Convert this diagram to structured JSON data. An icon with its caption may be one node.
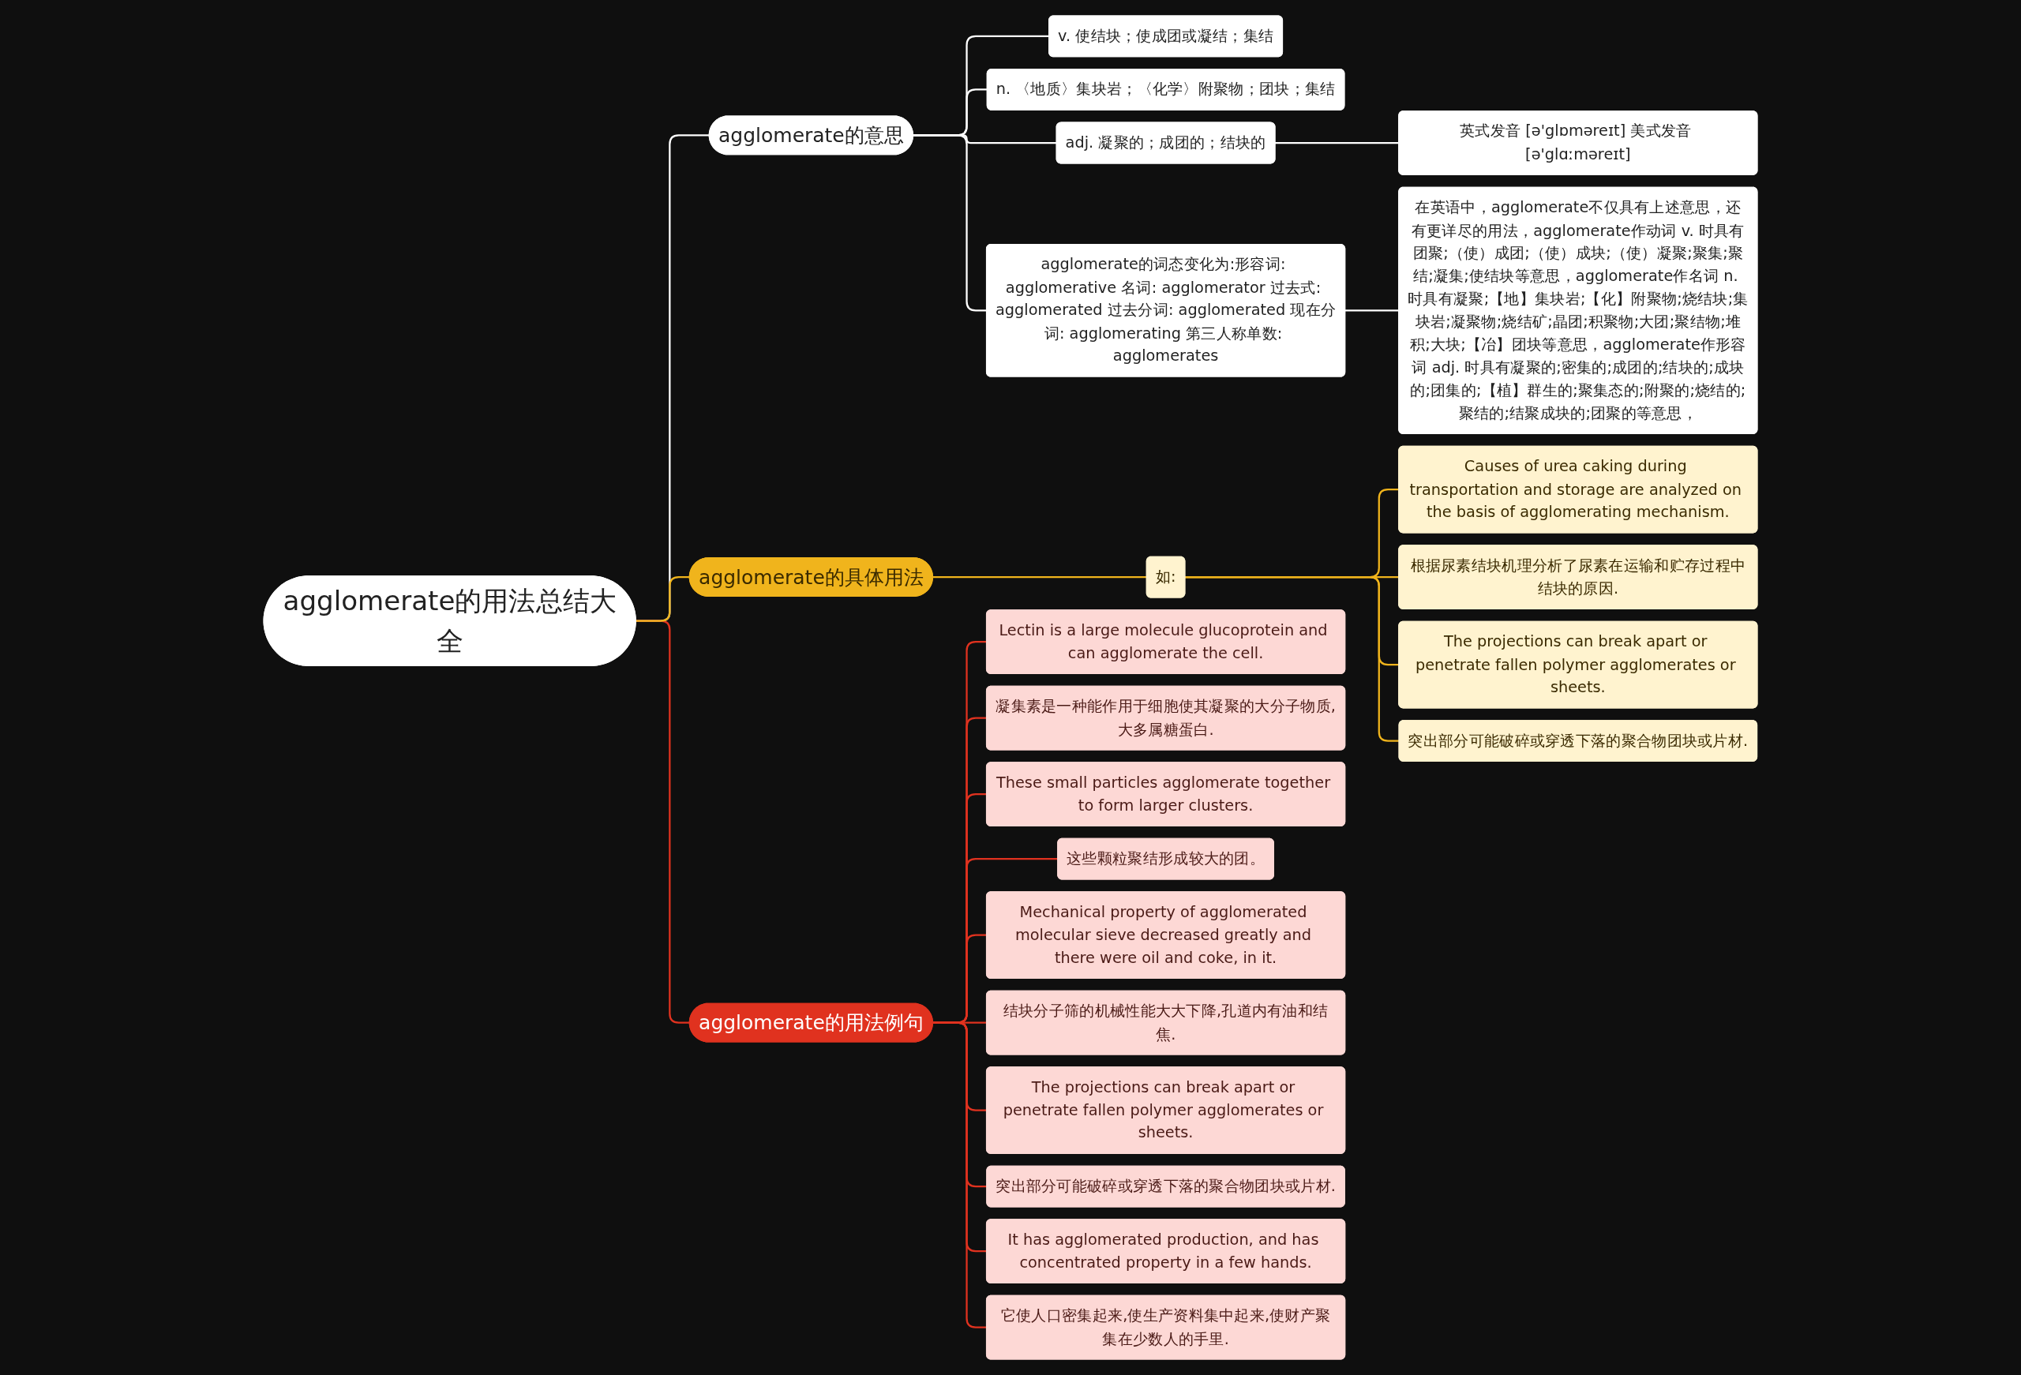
{
  "diagram": {
    "nodes": [
      {
        "text": [
          "agglomerate的用法总结大全"
        ]
      },
      {
        "text": [
          "agglomerate的意思"
        ]
      },
      {
        "text": [
          "v. 使结块；使成团或凝结；集结"
        ]
      },
      {
        "text": [
          "n. 〈地质〉集块岩；〈化学〉附聚物；团块；集结"
        ]
      },
      {
        "text": [
          "adj. 凝聚的；成团的；结块的"
        ]
      },
      {
        "text": [
          "英式发音 [ə'glɒməreɪt] 美式发音 [ə'glɑːməreɪt]"
        ]
      },
      {
        "text": [
          "agglomerate的词态变化为:形容词: agglomerative 名词: agglomerator 过去式: agglomerated 过去分词: agglomerated 现在分词: agglomerating 第三人称单数: agglomerates"
        ]
      },
      {
        "text": [
          "在英语中，agglomerate不仅具有上述意思，还有更详尽的用法，agglomerate作动词 v. 时具有团聚;（使）成团;（使）成块;（使）凝聚;聚集;聚结;凝集;使结块等意思，agglomerate作名词 n. 时具有凝聚;【地】集块岩;【化】附聚物;烧结块;集块岩;凝聚物;烧结矿;晶团;积聚物;大团;聚结物;堆积;大块;【冶】团块等意思，agglomerate作形容词 adj. 时具有凝聚的;密集的;成团的;结块的;成块的;团集的;【植】群生的;聚集态的;附聚的;烧结的;聚结的;结聚成块的;团聚的等意思，"
        ]
      },
      {
        "text": [
          "agglomerate的用法例句"
        ]
      },
      {
        "text": [
          "Lectin is a large molecule glucoprotein and can agglomerate the cell."
        ]
      },
      {
        "text": [
          "凝集素是一种能作用于细胞使其凝聚的大分子物质,大多属糖蛋白."
        ]
      },
      {
        "text": [
          "These small particles agglomerate together to form larger clusters."
        ]
      },
      {
        "text": [
          "这些颗粒聚结形成较大的团。"
        ]
      },
      {
        "text": [
          "Mechanical property of agglomerated molecular sieve decreased greatly and there were oil and coke, in it."
        ]
      },
      {
        "text": [
          "结块分子筛的机械性能大大下降,孔道内有油和结焦."
        ]
      },
      {
        "text": [
          "The projections can break apart or penetrate fallen polymer agglomerates or sheets."
        ]
      },
      {
        "text": [
          "突出部分可能破碎或穿透下落的聚合物团块或片材."
        ]
      },
      {
        "text": [
          "It has agglomerated production, and has concentrated property in a few hands."
        ]
      },
      {
        "text": [
          "它使人口密集起来,使生产资料集中起来,使财产聚集在少数人的手里."
        ]
      },
      {
        "text": [
          "agglomerate的具体用法"
        ]
      },
      {
        "text": [
          "如:"
        ]
      },
      {
        "text": [
          "Causes of urea caking during transportation and storage are analyzed on the basis of agglomerating mechanism."
        ]
      },
      {
        "text": [
          "根据尿素结块机理分析了尿素在运输和贮存过程中结块的原因."
        ]
      },
      {
        "text": [
          "The projections can break apart or penetrate fallen polymer agglomerates or sheets."
        ]
      },
      {
        "text": [
          "突出部分可能破碎或穿透下落的聚合物团块或片材."
        ]
      }
    ],
    "edges": [
      {
        "from": 0,
        "to": 1,
        "arrow": "none",
        "color": "#ffffff"
      },
      {
        "from": 1,
        "to": 2,
        "arrow": "none",
        "color": "#ffffff"
      },
      {
        "from": 1,
        "to": 3,
        "arrow": "none",
        "color": "#ffffff"
      },
      {
        "from": 1,
        "to": 4,
        "arrow": "none",
        "color": "#ffffff"
      },
      {
        "from": 4,
        "to": 5,
        "arrow": "none",
        "color": "#ffffff"
      },
      {
        "from": 1,
        "to": 6,
        "arrow": "none",
        "color": "#ffffff"
      },
      {
        "from": 6,
        "to": 7,
        "arrow": "none",
        "color": "#ffffff"
      },
      {
        "from": 0,
        "to": 8,
        "arrow": "none",
        "color": "#e0321f"
      },
      {
        "from": 8,
        "to": 9,
        "arrow": "none",
        "color": "#e0321f"
      },
      {
        "from": 8,
        "to": 10,
        "arrow": "none",
        "color": "#e0321f"
      },
      {
        "from": 8,
        "to": 11,
        "arrow": "none",
        "color": "#e0321f"
      },
      {
        "from": 8,
        "to": 12,
        "arrow": "none",
        "color": "#e0321f"
      },
      {
        "from": 8,
        "to": 13,
        "arrow": "none",
        "color": "#e0321f"
      },
      {
        "from": 8,
        "to": 14,
        "arrow": "none",
        "color": "#e0321f"
      },
      {
        "from": 8,
        "to": 15,
        "arrow": "none",
        "color": "#e0321f"
      },
      {
        "from": 8,
        "to": 16,
        "arrow": "none",
        "color": "#e0321f"
      },
      {
        "from": 8,
        "to": 17,
        "arrow": "none",
        "color": "#e0321f"
      },
      {
        "from": 8,
        "to": 18,
        "arrow": "none",
        "color": "#e0321f"
      },
      {
        "from": 0,
        "to": 19,
        "arrow": "none",
        "color": "#f0b41c"
      },
      {
        "from": 19,
        "to": 20,
        "arrow": "none",
        "color": "#f0b41c"
      },
      {
        "from": 20,
        "to": 21,
        "arrow": "none",
        "color": "#f0b41c"
      },
      {
        "from": 20,
        "to": 22,
        "arrow": "none",
        "color": "#f0b41c"
      },
      {
        "from": 20,
        "to": 23,
        "arrow": "none",
        "color": "#f0b41c"
      },
      {
        "from": 20,
        "to": 24,
        "arrow": "none",
        "color": "#f0b41c"
      }
    ]
  }
}
